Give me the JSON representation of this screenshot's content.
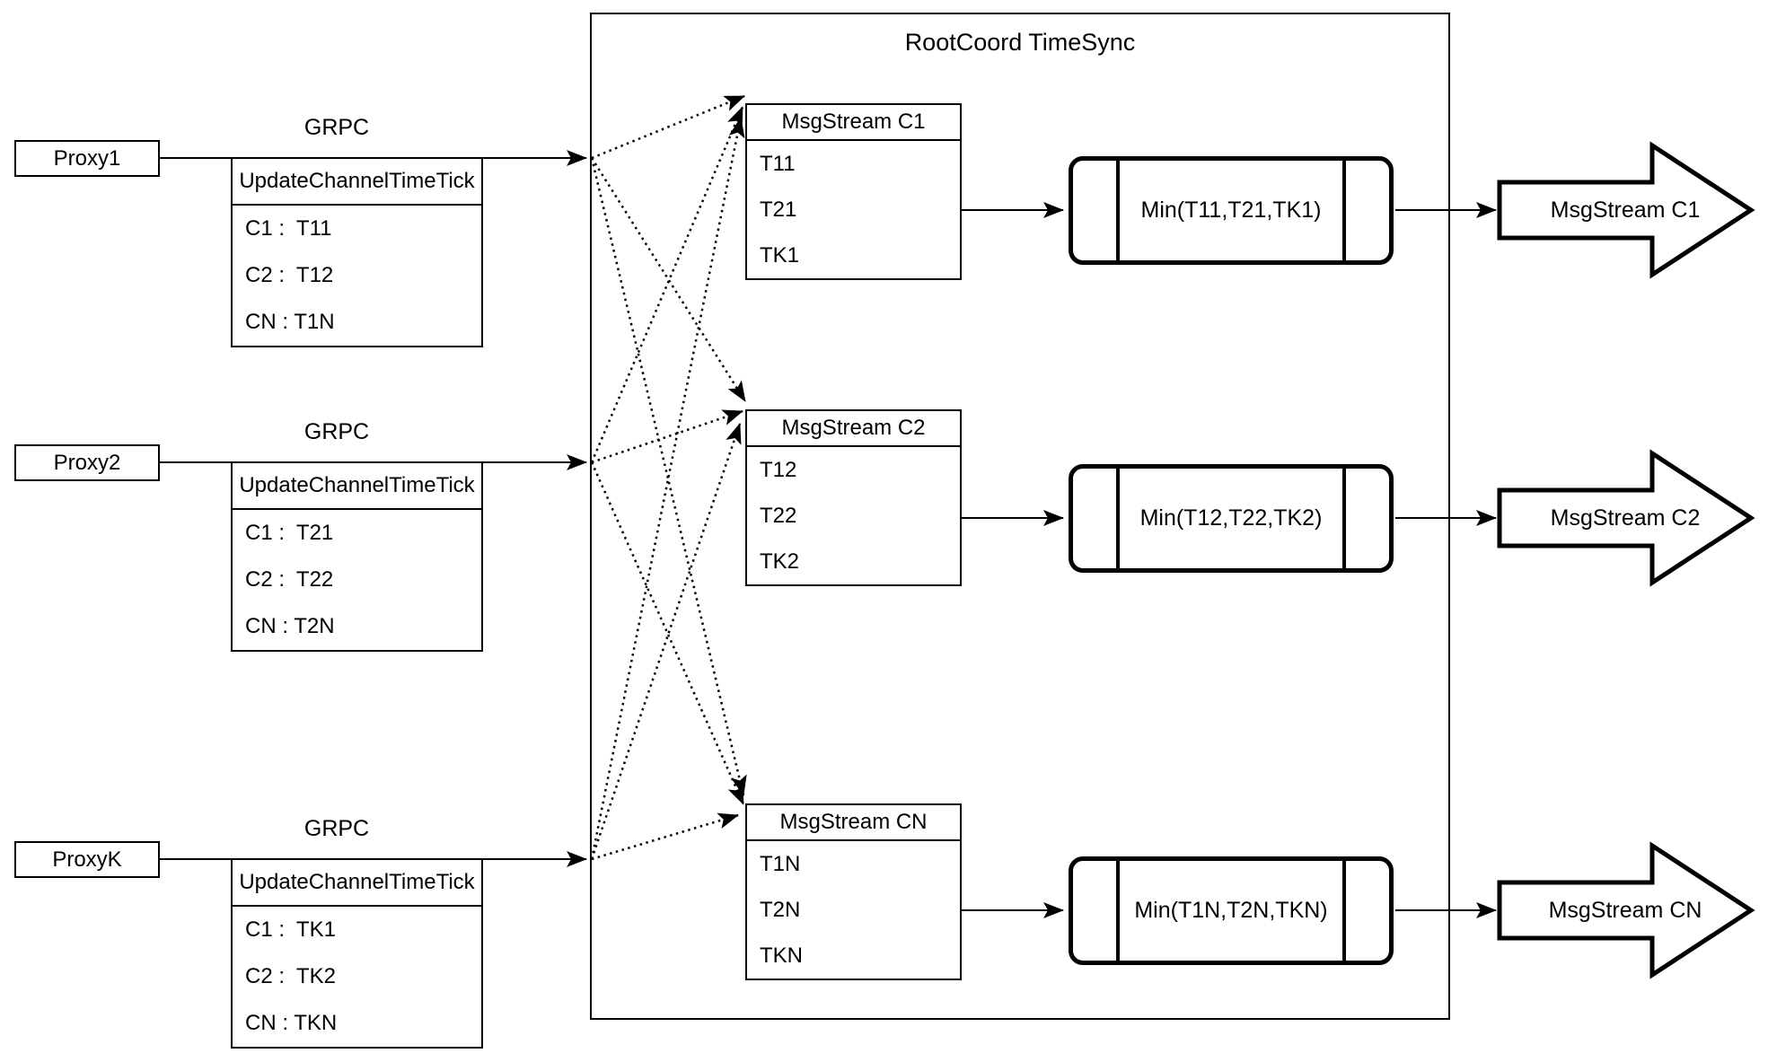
{
  "diagram": {
    "title": "RootCoord TimeSync",
    "colors": {
      "ink": "#000000",
      "background": "#ffffff"
    },
    "proxies": [
      {
        "name": "Proxy1",
        "protocol": "GRPC",
        "table": {
          "header": "UpdateChannelTimeTick",
          "rows": [
            "C1 :  T11",
            "C2 :  T12",
            "CN : T1N"
          ]
        }
      },
      {
        "name": "Proxy2",
        "protocol": "GRPC",
        "table": {
          "header": "UpdateChannelTimeTick",
          "rows": [
            "C1 :  T21",
            "C2 :  T22",
            "CN : T2N"
          ]
        }
      },
      {
        "name": "ProxyK",
        "protocol": "GRPC",
        "table": {
          "header": "UpdateChannelTimeTick",
          "rows": [
            "C1 :  TK1",
            "C2 :  TK2",
            "CN : TKN"
          ]
        }
      }
    ],
    "streams": [
      {
        "header": "MsgStream C1",
        "rows": [
          "T11",
          "T21",
          "TK1"
        ],
        "min_label": "Min(T11,T21,TK1)",
        "output_label": "MsgStream C1"
      },
      {
        "header": "MsgStream C2",
        "rows": [
          "T12",
          "T22",
          "TK2"
        ],
        "min_label": "Min(T12,T22,TK2)",
        "output_label": "MsgStream C2"
      },
      {
        "header": "MsgStream CN",
        "rows": [
          "T1N",
          "T2N",
          "TKN"
        ],
        "min_label": "Min(T1N,T2N,TKN)",
        "output_label": "MsgStream CN"
      }
    ]
  }
}
